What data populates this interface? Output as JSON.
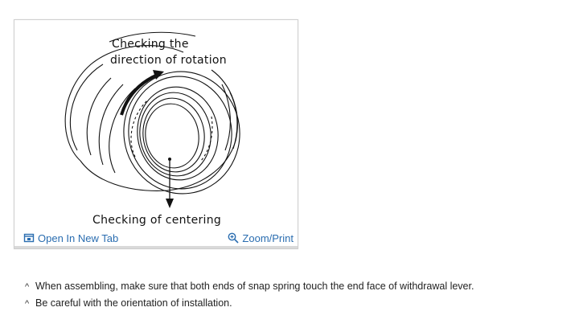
{
  "figure": {
    "label_rotation_line1": "Checking the",
    "label_rotation_line2": "direction of rotation",
    "label_centering": "Checking of centering"
  },
  "toolbar": {
    "open_tab_label": "Open In New Tab",
    "open_tab_icon": "open-new-tab-icon",
    "zoom_label": "Zoom/Print",
    "zoom_icon": "zoom-in-icon",
    "link_color": "#2a6db0"
  },
  "notes": [
    {
      "bullet": "^",
      "text": "When assembling, make sure that both ends of snap spring touch the end face of withdrawal lever."
    },
    {
      "bullet": "^",
      "text": "Be careful with the orientation of installation."
    }
  ]
}
